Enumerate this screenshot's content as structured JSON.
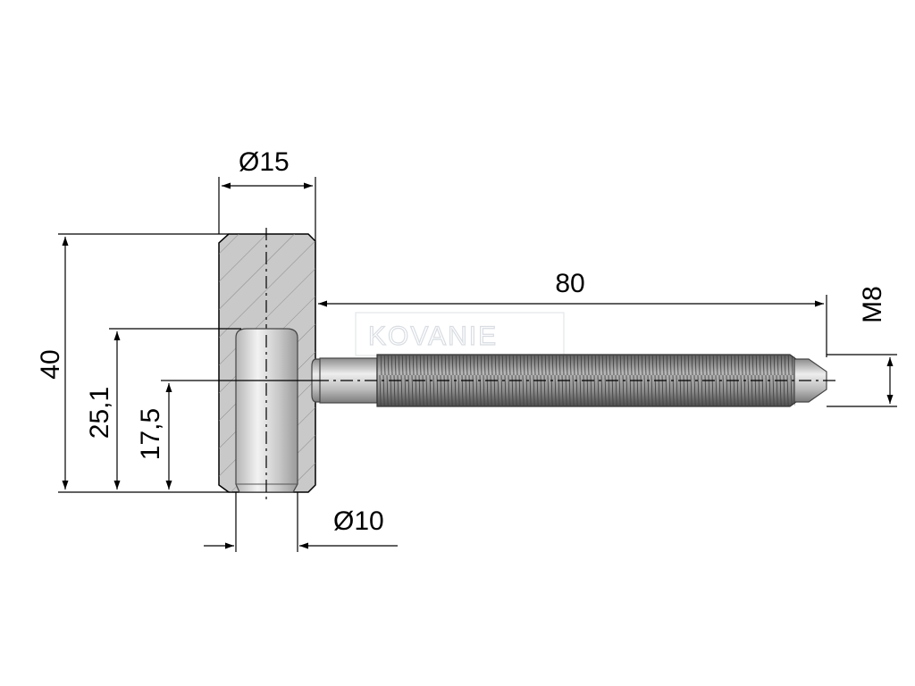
{
  "dimensions": {
    "head_diameter": "Ø15",
    "pin_diameter": "Ø10",
    "total_height": "40",
    "height_25": "25,1",
    "height_17": "17,5",
    "length": "80",
    "thread": "M8"
  },
  "watermark": "KOVANIE"
}
